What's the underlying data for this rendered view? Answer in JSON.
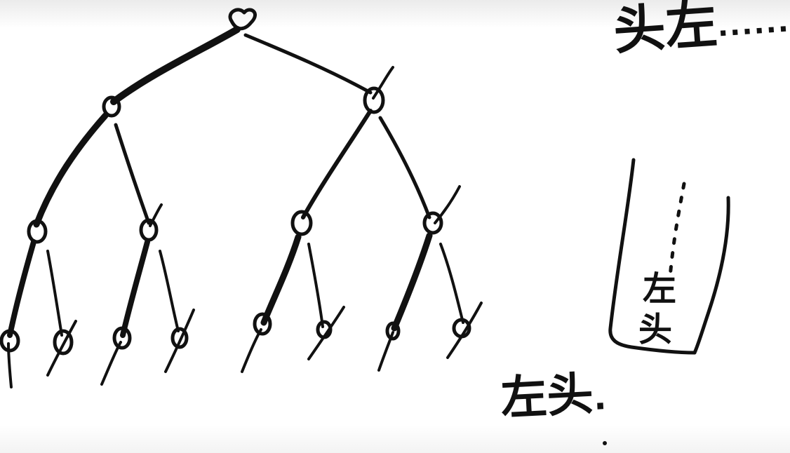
{
  "notes": {
    "top": {
      "text": "头左",
      "trailing": "......"
    },
    "bottom": {
      "text": "左头",
      "trailing": "."
    }
  },
  "stack": {
    "items": [
      "左",
      "头"
    ]
  },
  "colors": {
    "ink": "#111111",
    "background": "#ffffff"
  }
}
